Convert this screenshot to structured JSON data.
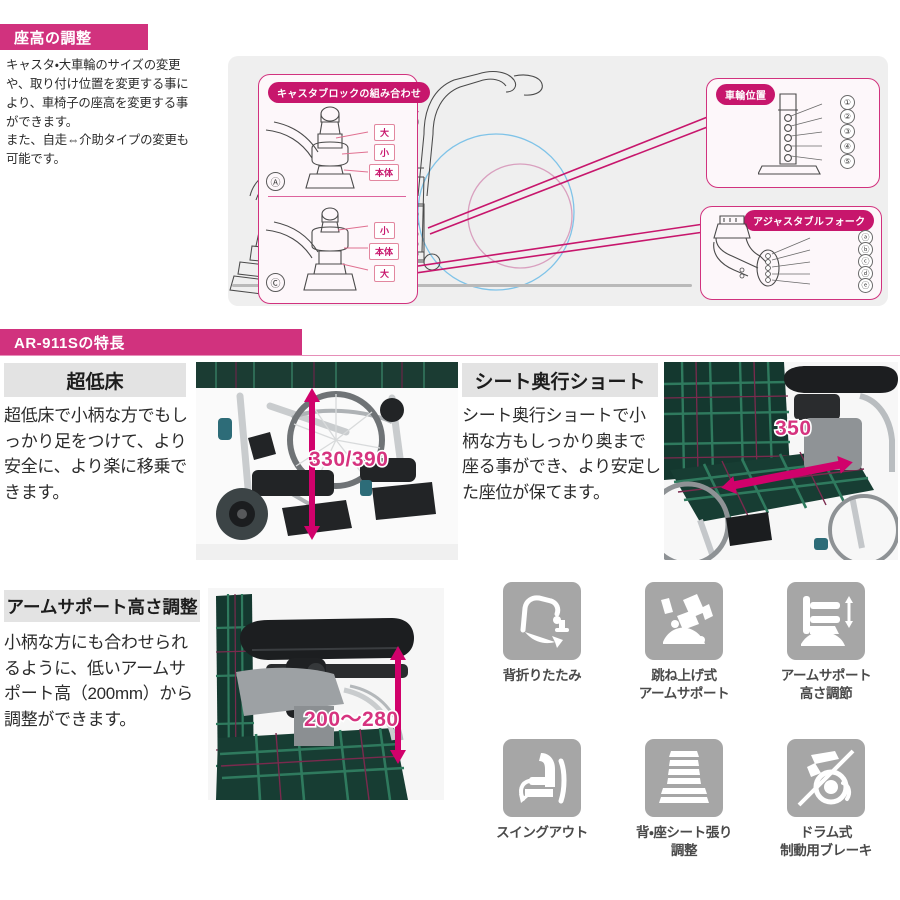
{
  "sections": {
    "seat_height": {
      "band_label": "座高の調整",
      "intro": "キャスタ・大車輪のサイズの変更や、取り付け位置を変更する事により、車椅子の座高を変更する事ができます。\nまた、自走⇔介助タイプの変更も可能です。"
    },
    "features": {
      "band_label": "AR-911Sの特長"
    }
  },
  "diagram": {
    "caster_callout": {
      "title": "キャスタブロックの組み合わせ",
      "variant_a": {
        "marker": "Ⓐ",
        "labels": [
          "大",
          "小",
          "本体"
        ]
      },
      "variant_c": {
        "marker": "Ⓒ",
        "labels": [
          "小",
          "本体",
          "大"
        ]
      }
    },
    "axle_callout": {
      "title": "車輪位置",
      "labels": [
        "①",
        "②",
        "③",
        "④",
        "⑤"
      ]
    },
    "fork_callout": {
      "title": "アジャスタブルフォーク",
      "labels": [
        "ⓐ",
        "ⓑ",
        "ⓒ",
        "ⓓ",
        "ⓔ"
      ]
    }
  },
  "features": [
    {
      "title": "超低床",
      "body": "超低床で小柄な方でもしっかり足をつけて、より安全に、より楽に移乗できます。",
      "dimension": "330/390"
    },
    {
      "title": "シート奥行ショート",
      "body": "シート奥行ショートで小柄な方もしっかり奥まで座る事ができ、より安定した座位が保てます。",
      "dimension": "350"
    },
    {
      "title": "アームサポート高さ調整",
      "body": "小柄な方にも合わせられるように、低いアームサポート高（200mm）から調整ができます。",
      "dimension": "200〜280"
    }
  ],
  "icons": [
    {
      "icon": "backrest-fold-icon",
      "caption": "背折りたたみ"
    },
    {
      "icon": "flip-up-armrest-icon",
      "caption": "跳ね上げ式\nアームサポート"
    },
    {
      "icon": "armrest-height-icon",
      "caption": "アームサポート\n高さ調節"
    },
    {
      "icon": "swing-out-icon",
      "caption": "スイングアウト"
    },
    {
      "icon": "seat-tension-icon",
      "caption": "背・座シート張り\n調整"
    },
    {
      "icon": "drum-brake-icon",
      "caption": "ドラム式\n制動用ブレーキ"
    }
  ],
  "colors": {
    "accent": "#d1327e",
    "accent_dark": "#c7166c",
    "arrow": "#d1016b",
    "icon_gray": "#a6a6a6",
    "title_gray": "#e3e3e3"
  }
}
